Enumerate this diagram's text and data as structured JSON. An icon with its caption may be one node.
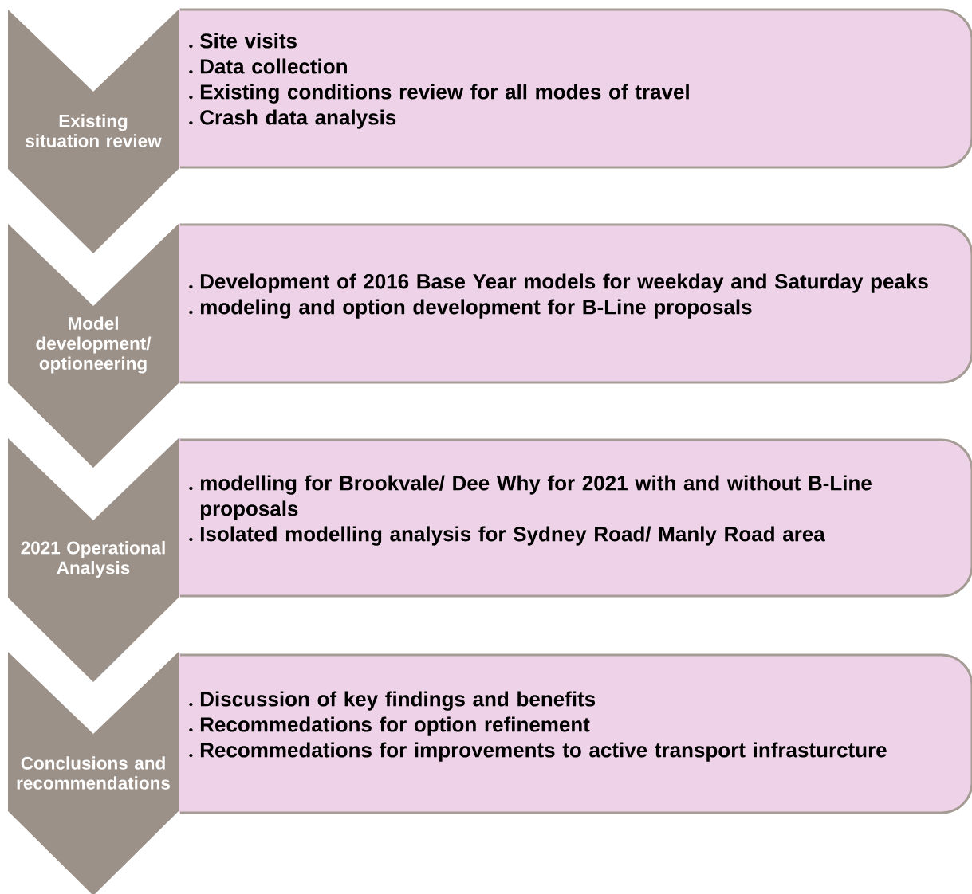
{
  "diagram": {
    "nodes": [
      {
        "text": [
          "Existing situation review"
        ]
      },
      {
        "text": [
          "Site visits",
          "Data collection",
          "Existing conditions review for all modes of travel",
          "Crash data analysis"
        ]
      },
      {
        "text": [
          "Model development/ optioneering"
        ]
      },
      {
        "text": [
          "Development of 2016 Base Year models for weekday and Saturday peaks",
          "modeling and option development for B-Line proposals"
        ]
      },
      {
        "text": [
          "2021 Operational Analysis"
        ]
      },
      {
        "text": [
          "modelling for Brookvale/ Dee Why for 2021 with and without B-Line proposals",
          "Isolated modelling analysis for Sydney Road/ Manly Road area"
        ]
      },
      {
        "text": [
          "Conclusions and recommendations"
        ]
      },
      {
        "text": [
          "Discussion of key findings and benefits",
          "Recommedations for option refinement",
          "Recommedations for improvements to active transport infrasturcture"
        ]
      }
    ]
  }
}
